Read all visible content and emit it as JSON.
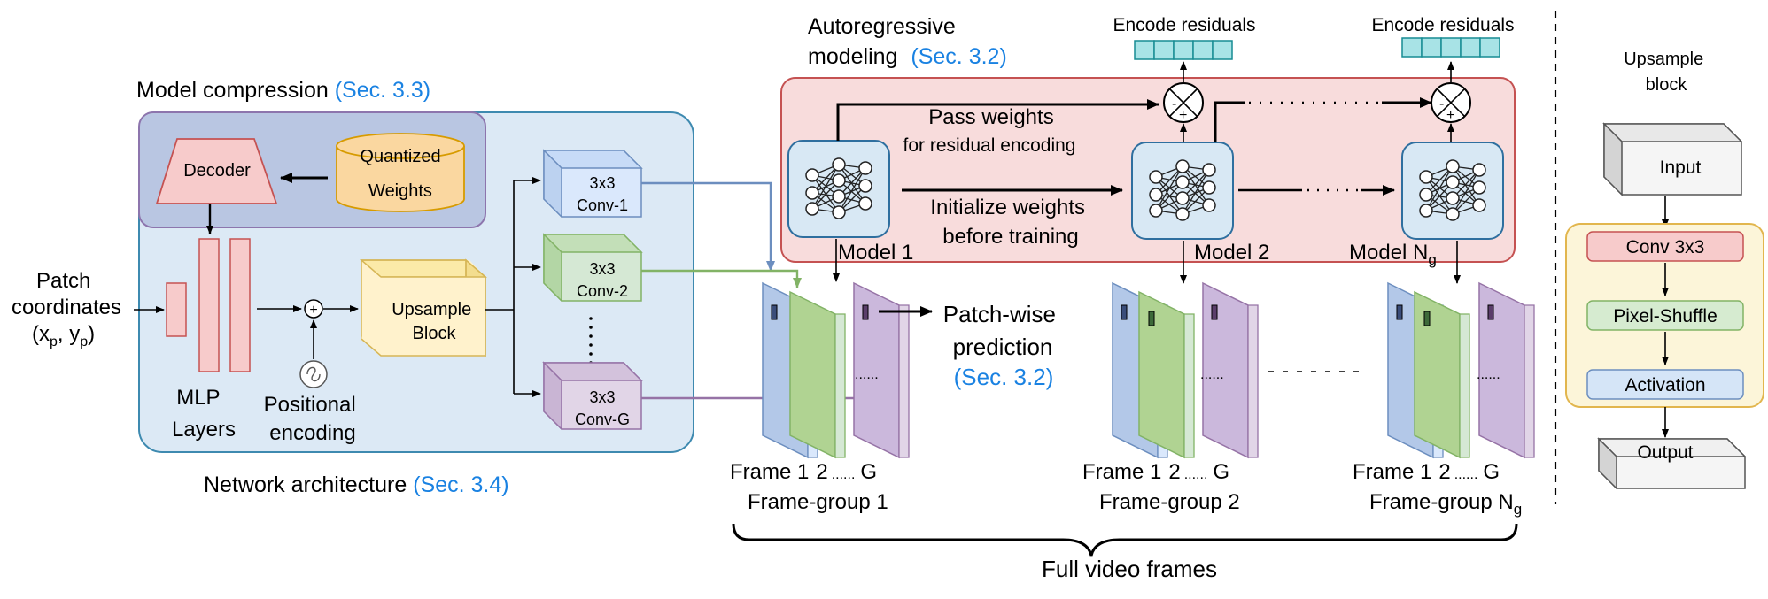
{
  "colors": {
    "accent_blue": "#1a82e2",
    "network_bg": "#dce9f5",
    "network_border": "#3e8ab0",
    "compression_bg": "#b9c6e2",
    "compression_border": "#8d75ad",
    "ar_bg": "#f8dcdc",
    "ar_border": "#c55252",
    "model_bg": "#d8e8f4",
    "frame_blue": "#b3c8e8",
    "frame_green": "#b0d392",
    "frame_purple": "#cbb8dc",
    "residual": "#a8e3e6",
    "conv_red": "#f7cbcb",
    "pixel_green": "#d6ebd0",
    "activation_blue": "#d5e5f7",
    "upsample_bg": "#fcf5d9"
  },
  "compression": {
    "title": "Model compression",
    "ref": "(Sec. 3.3)",
    "decoder": "Decoder",
    "weights_line1": "Quantized",
    "weights_line2": "Weights"
  },
  "network": {
    "caption": "Network architecture",
    "ref": "(Sec. 3.4)",
    "input_line1": "Patch",
    "input_line2": "coordinates",
    "input_line3": "(x",
    "input_sub_p1": "p",
    "input_comma": ", y",
    "input_sub_p2": "p",
    "input_close": ")",
    "mlp_line1": "MLP",
    "mlp_line2": "Layers",
    "pos_line1": "Positional",
    "pos_line2": "encoding",
    "upsample_line1": "Upsample",
    "upsample_line2": "Block",
    "conv_kernel": "3x3",
    "conv1": "Conv-1",
    "conv2": "Conv-2",
    "convG": "Conv-G",
    "plus": "+"
  },
  "autoregressive": {
    "title_line1": "Autoregressive",
    "title_line2": "modeling",
    "ref": "(Sec. 3.2)",
    "encode1": "Encode residuals",
    "encode2": "Encode residuals",
    "pass_line1": "Pass weights",
    "pass_line2": "for residual encoding",
    "init_line1": "Initialize weights",
    "init_line2": "before training",
    "model1": "Model 1",
    "model2": "Model 2",
    "modelN": "Model N",
    "modelN_sub": "g"
  },
  "frames": {
    "patch_line1": "Patch-wise",
    "patch_line2": "prediction",
    "patch_ref": "(Sec. 3.2)",
    "frame_word": "Frame 1",
    "two": "2",
    "dots": "......",
    "g": "G",
    "group1": "Frame-group 1",
    "group2": "Frame-group 2",
    "groupN": "Frame-group N",
    "groupN_sub": "g",
    "full": "Full video frames"
  },
  "upsample_block": {
    "title_line1": "Upsample",
    "title_line2": "block",
    "input": "Input",
    "conv": "Conv 3x3",
    "pixel_shuffle": "Pixel-Shuffle",
    "activation": "Activation",
    "output": "Output"
  }
}
